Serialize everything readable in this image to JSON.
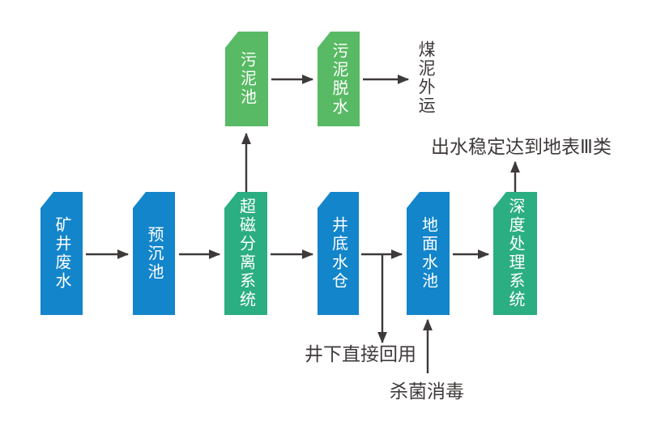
{
  "colors": {
    "blue": "#1385CB",
    "green": "#58BA64",
    "teal": "#2BAE81",
    "line": "#3E3A39",
    "text": "#3E3A39"
  },
  "nodes": {
    "mine_wastewater": {
      "label": "矿井废水",
      "color": "blue"
    },
    "pre_sedimentation": {
      "label": "预沉池",
      "color": "blue"
    },
    "magnetic_separation": {
      "label": "超磁分离系统",
      "color": "teal"
    },
    "shaft_bottom_sump": {
      "label": "井底水仓",
      "color": "blue"
    },
    "surface_pool": {
      "label": "地面水池",
      "color": "blue"
    },
    "advanced_treatment": {
      "label": "深度处理系统",
      "color": "teal"
    },
    "sludge_pool": {
      "label": "污泥池",
      "color": "green"
    },
    "sludge_dewatering": {
      "label": "污泥脱水",
      "color": "green"
    }
  },
  "labels": {
    "coal_slime_out": "煤泥外运",
    "effluent_standard": "出水稳定达到地表Ⅲ类",
    "underground_reuse": "井下直接回用",
    "disinfection": "杀菌消毒"
  }
}
